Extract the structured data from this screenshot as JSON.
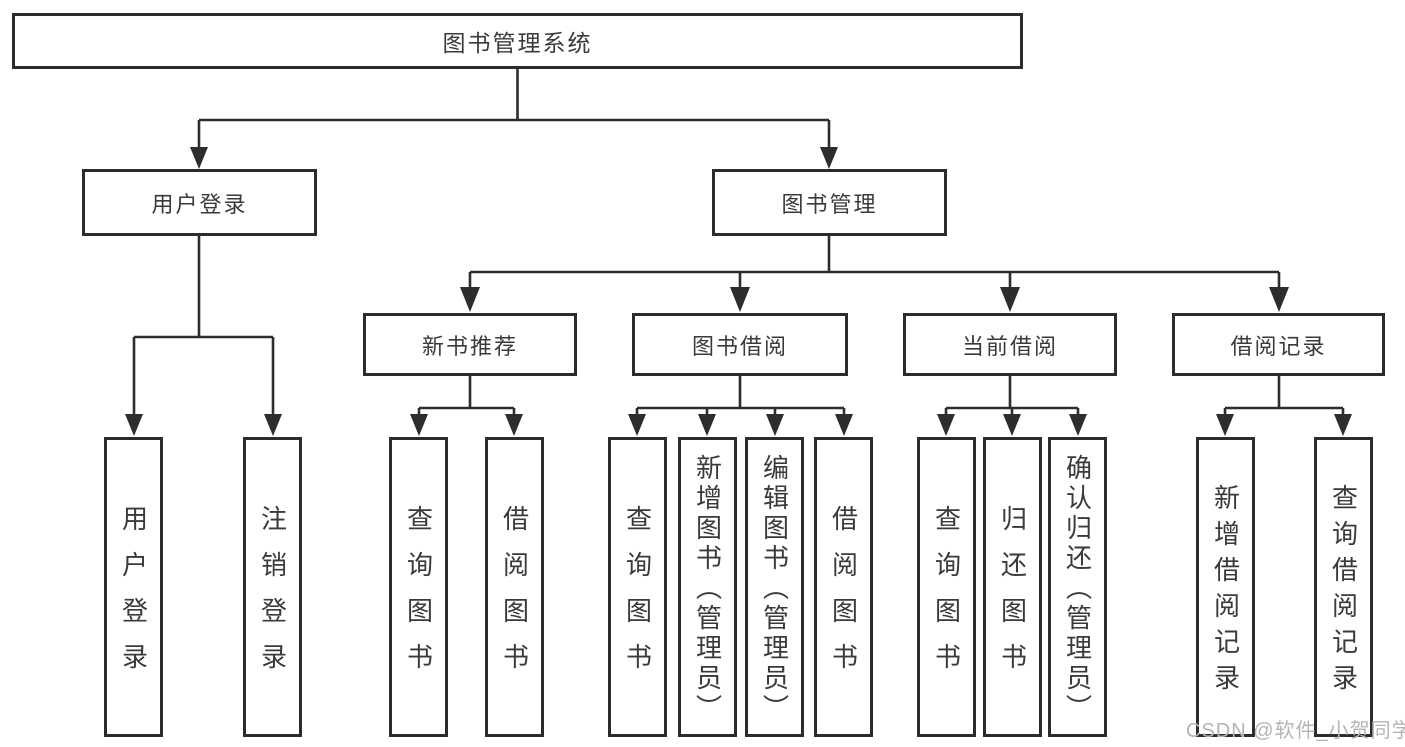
{
  "tree": {
    "label": "图书管理系统",
    "children": [
      {
        "label": "用户登录",
        "children": [
          {
            "label": "用户登录"
          },
          {
            "label": "注销登录"
          }
        ]
      },
      {
        "label": "图书管理",
        "children": [
          {
            "label": "新书推荐",
            "children": [
              {
                "label": "查询图书"
              },
              {
                "label": "借阅图书"
              }
            ]
          },
          {
            "label": "图书借阅",
            "children": [
              {
                "label": "查询图书"
              },
              {
                "label": "新增图书（管理员）"
              },
              {
                "label": "编辑图书（管理员）"
              },
              {
                "label": "借阅图书"
              }
            ]
          },
          {
            "label": "当前借阅",
            "children": [
              {
                "label": "查询图书"
              },
              {
                "label": "归还图书"
              },
              {
                "label": "确认归还（管理员）"
              }
            ]
          },
          {
            "label": "借阅记录",
            "children": [
              {
                "label": "新增借阅记录"
              },
              {
                "label": "查询借阅记录"
              }
            ]
          }
        ]
      }
    ]
  },
  "watermark": {
    "text": "CSDN @软件_小贺同学",
    "color": "#b4b4b4"
  },
  "style": {
    "line_color": "#2d2d2d",
    "box_border_color": "#2c2c2c",
    "text_color": "#3a3a3a",
    "background": "#ffffff"
  }
}
